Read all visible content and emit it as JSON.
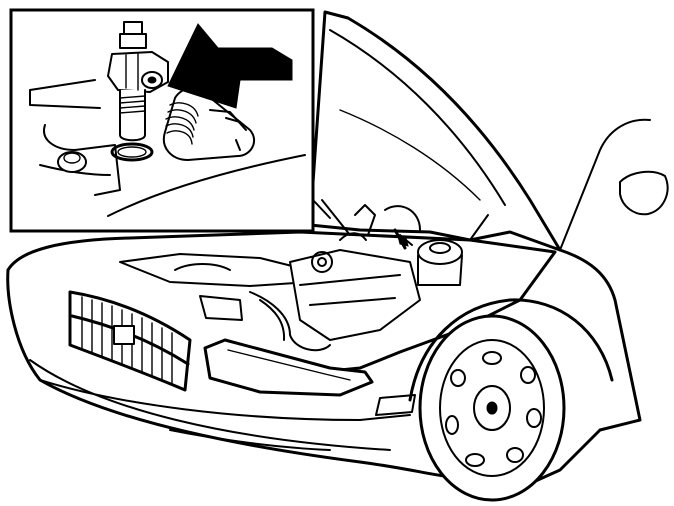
{
  "figure": {
    "kind": "line-art illustration",
    "subject": "car-front-open-hood",
    "inset": {
      "subject": "sensor-with-o-ring",
      "pointer": "arrow-left-down"
    },
    "colors": {
      "ink": "#000000",
      "paper": "#ffffff"
    }
  }
}
